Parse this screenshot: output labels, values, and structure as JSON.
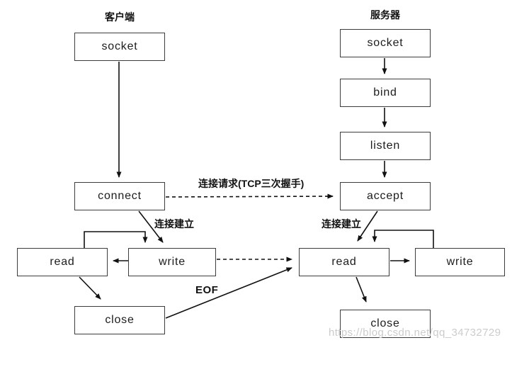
{
  "diagram": {
    "columns": {
      "client": "客户端",
      "server": "服务器"
    },
    "nodes": {
      "client_socket": "socket",
      "client_connect": "connect",
      "client_read": "read",
      "client_write": "write",
      "client_close": "close",
      "server_socket": "socket",
      "server_bind": "bind",
      "server_listen": "listen",
      "server_accept": "accept",
      "server_read": "read",
      "server_write": "write",
      "server_close": "close"
    },
    "edge_labels": {
      "handshake": "连接请求(TCP三次握手)",
      "established_client": "连接建立",
      "established_server": "连接建立",
      "eof": "EOF"
    },
    "watermark": "https://blog.csdn.net/qq_34732729",
    "colors": {
      "box_border": "#3d3d3d",
      "line": "#111111",
      "watermark": "#cccccc"
    }
  }
}
